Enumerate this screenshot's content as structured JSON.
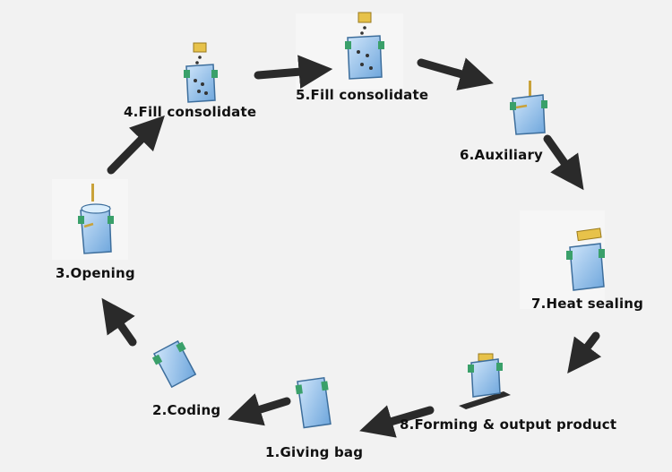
{
  "steps": [
    {
      "label": "1.Giving bag",
      "icon": "blue-bag-icon"
    },
    {
      "label": "2.Coding",
      "icon": "blue-bag-coding-icon"
    },
    {
      "label": "3.Opening",
      "icon": "open-bag-icon"
    },
    {
      "label": "4.Fill consolidate",
      "icon": "filling-bag-icon"
    },
    {
      "label": "5.Fill consolidate",
      "icon": "filling-bag-icon"
    },
    {
      "label": "6.Auxiliary",
      "icon": "auxiliary-bag-icon"
    },
    {
      "label": "7.Heat sealing",
      "icon": "heat-sealing-bag-icon"
    },
    {
      "label": "8.Forming & output product",
      "icon": "conveyor-output-icon"
    }
  ],
  "colors": {
    "background": "#f2f2f2",
    "arrow": "#2a2a2a",
    "bag": "#9cc6ee",
    "bag_edge": "#3d6e9c",
    "clip": "#3aa06a",
    "nozzle": "#e7c24a"
  }
}
